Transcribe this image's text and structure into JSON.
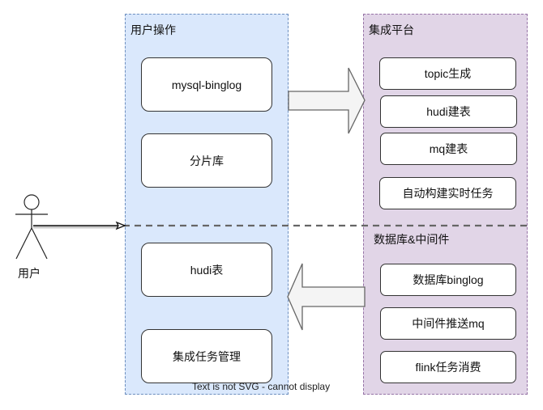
{
  "actor": {
    "label": "用户",
    "icon": "stick-figure-icon"
  },
  "user_ops": {
    "title": "用户操作",
    "top_nodes": [
      "mysql-binglog",
      "分片库"
    ],
    "bottom_nodes": [
      "hudi表",
      "集成任务管理"
    ],
    "fill": "#dae8fc",
    "stroke": "#6c8ebf"
  },
  "platform": {
    "title": "集成平台",
    "nodes": [
      "topic生成",
      "hudi建表",
      "mq建表",
      "自动构建实时任务"
    ],
    "fill": "#e1d5e7",
    "stroke": "#9673a6"
  },
  "db_middleware": {
    "title": "数据库&中间件",
    "nodes": [
      "数据库binglog",
      "中间件推送mq",
      "flink任务消费"
    ]
  },
  "arrows": {
    "user_to_ops": "actor → 用户操作",
    "ops_to_platform": "用户操作 → 集成平台",
    "db_to_ops": "数据库&中间件 → 用户操作"
  },
  "render_note": "Text is not SVG - cannot display"
}
